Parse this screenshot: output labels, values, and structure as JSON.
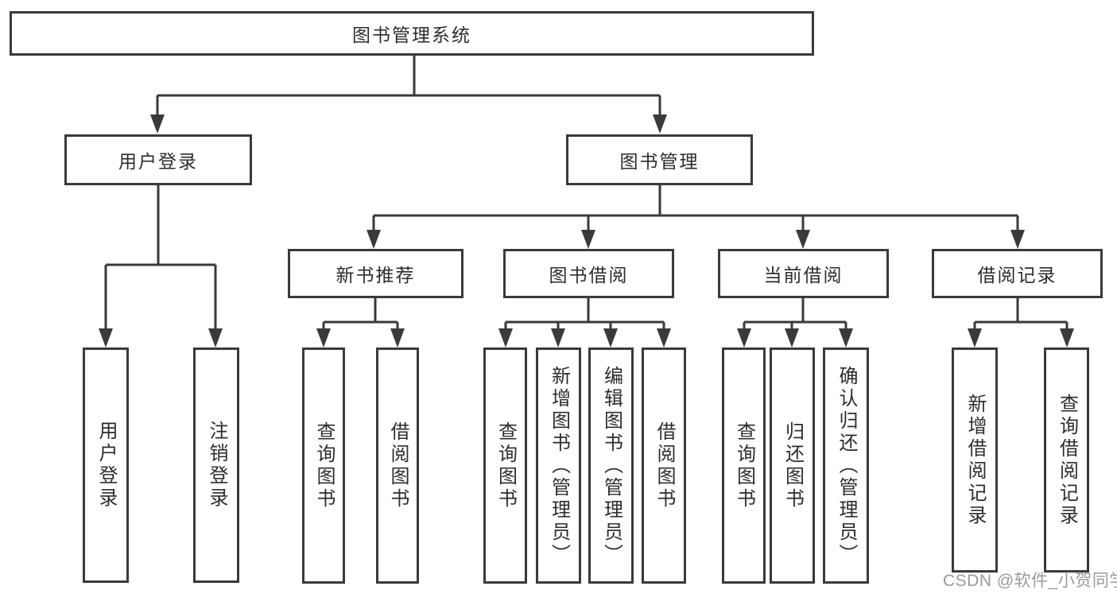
{
  "page": {
    "watermark": "CSDN @软件_小贺同学"
  },
  "colors": {
    "line": "#3a3a3a",
    "text": "#2d2d2d",
    "watermark": "#9a9a9a",
    "background": "#ffffff"
  },
  "tree": {
    "label": "图书管理系统",
    "children": [
      {
        "label": "用户登录",
        "children": [
          {
            "label": "用户登录"
          },
          {
            "label": "注销登录"
          }
        ]
      },
      {
        "label": "图书管理",
        "children": [
          {
            "label": "新书推荐",
            "children": [
              {
                "label": "查询图书"
              },
              {
                "label": "借阅图书"
              }
            ]
          },
          {
            "label": "图书借阅",
            "children": [
              {
                "label": "查询图书"
              },
              {
                "label": "新增图书（管理员）"
              },
              {
                "label": "编辑图书（管理员）"
              },
              {
                "label": "借阅图书"
              }
            ]
          },
          {
            "label": "当前借阅",
            "children": [
              {
                "label": "查询图书"
              },
              {
                "label": "归还图书"
              },
              {
                "label": "确认归还（管理员）"
              }
            ]
          },
          {
            "label": "借阅记录",
            "children": [
              {
                "label": "新增借阅记录"
              },
              {
                "label": "查询借阅记录"
              }
            ]
          }
        ]
      }
    ]
  }
}
